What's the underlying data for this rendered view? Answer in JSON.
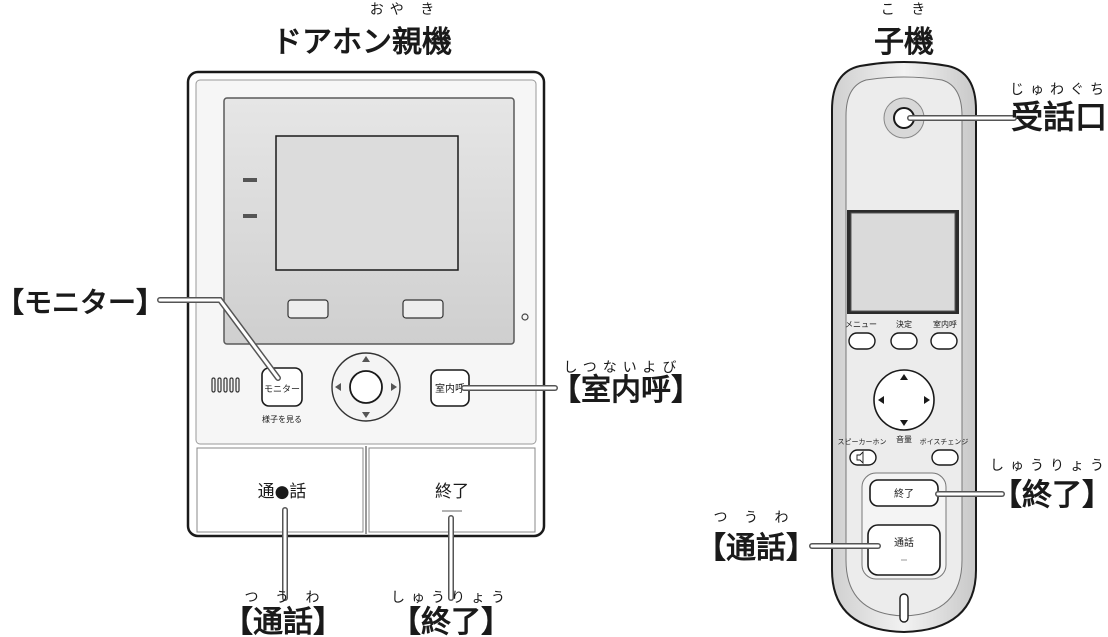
{
  "base_unit": {
    "title": "ドアホン親機",
    "title_ruby": "おや き",
    "buttons": {
      "monitor": "モニター",
      "monitor_sub": "様子を見る",
      "intercom": "室内呼",
      "talk": "通●話",
      "end": "終了"
    },
    "callouts": {
      "monitor": "【モニター】",
      "intercom": "【室内呼】",
      "intercom_ruby": "しつないよび",
      "talk": "【通話】",
      "talk_ruby": "つ う わ",
      "end": "【終了】",
      "end_ruby": "しゅうりょう"
    }
  },
  "handset": {
    "title": "子機",
    "title_ruby": "こ き",
    "buttons": {
      "menu": "メニュー",
      "enter": "決定",
      "intercom": "室内呼",
      "speaker": "スピーカーホン",
      "volume": "音量",
      "voice_change": "ボイスチェンジ",
      "end": "終了",
      "talk": "通話"
    },
    "callouts": {
      "receiver": "受話口",
      "receiver_ruby": "じゅわぐち",
      "end": "【終了】",
      "end_ruby": "しゅうりょう",
      "talk": "【通話】",
      "talk_ruby": "つ う わ"
    }
  }
}
